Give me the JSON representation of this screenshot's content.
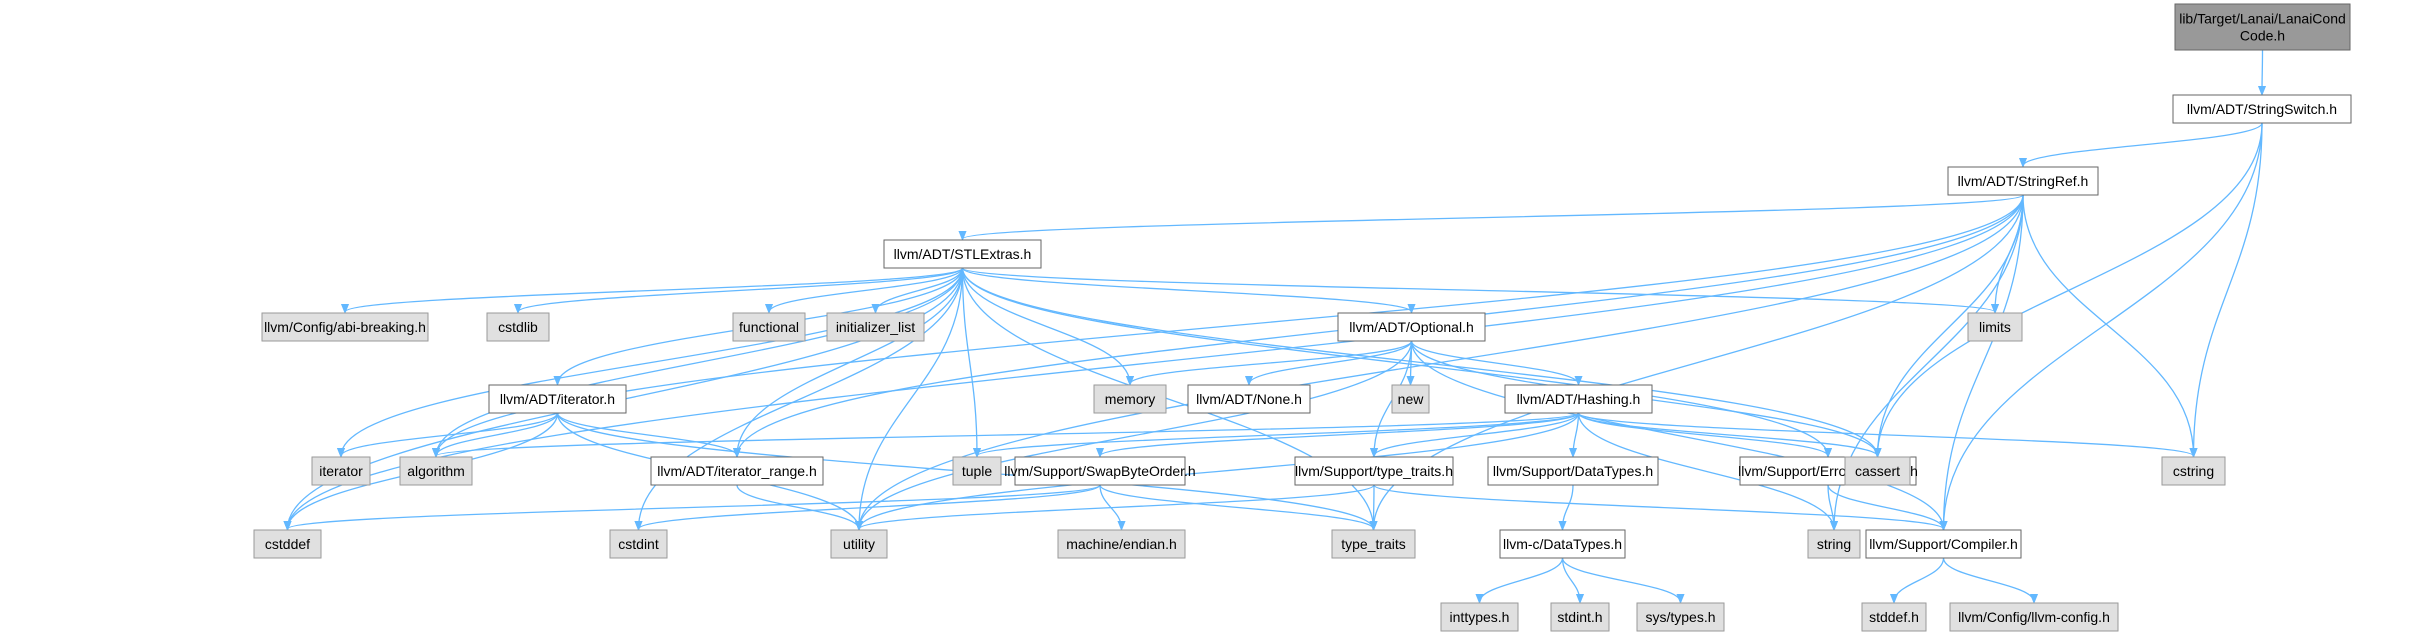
{
  "graph": {
    "colors": {
      "edge": "#63b8ff",
      "root_fill": "#999999",
      "internal_fill": "#ffffff",
      "external_fill": "#e0e0e0",
      "border_dark": "#666666",
      "border_light": "#999999"
    },
    "nodes": {
      "root": {
        "lines": [
          "lib/Target/Lanai/LanaiCond",
          "Code.h"
        ],
        "kind": "root"
      },
      "stringswitch": {
        "lines": [
          "llvm/ADT/StringSwitch.h"
        ],
        "kind": "internal"
      },
      "stringref": {
        "lines": [
          "llvm/ADT/StringRef.h"
        ],
        "kind": "internal"
      },
      "stlextras": {
        "lines": [
          "llvm/ADT/STLExtras.h"
        ],
        "kind": "internal"
      },
      "optional": {
        "lines": [
          "llvm/ADT/Optional.h"
        ],
        "kind": "internal"
      },
      "iterator_h": {
        "lines": [
          "llvm/ADT/iterator.h"
        ],
        "kind": "internal"
      },
      "hashing": {
        "lines": [
          "llvm/ADT/Hashing.h"
        ],
        "kind": "internal"
      },
      "none": {
        "lines": [
          "llvm/ADT/None.h"
        ],
        "kind": "internal"
      },
      "iterator_range": {
        "lines": [
          "llvm/ADT/iterator_range.h"
        ],
        "kind": "internal"
      },
      "swapbyteorder": {
        "lines": [
          "llvm/Support/SwapByteOrder.h"
        ],
        "kind": "internal"
      },
      "type_traits_h": {
        "lines": [
          "llvm/Support/type_traits.h"
        ],
        "kind": "internal"
      },
      "datatypes_support": {
        "lines": [
          "llvm/Support/DataTypes.h"
        ],
        "kind": "internal"
      },
      "errorhandling": {
        "lines": [
          "llvm/Support/ErrorHandling.h"
        ],
        "kind": "internal"
      },
      "compiler": {
        "lines": [
          "llvm/Support/Compiler.h"
        ],
        "kind": "internal"
      },
      "c_datatypes": {
        "lines": [
          "llvm-c/DataTypes.h"
        ],
        "kind": "internal"
      },
      "abi_breaking": {
        "lines": [
          "llvm/Config/abi-breaking.h"
        ],
        "kind": "external"
      },
      "cstdlib": {
        "lines": [
          "cstdlib"
        ],
        "kind": "external"
      },
      "functional": {
        "lines": [
          "functional"
        ],
        "kind": "external"
      },
      "initializer_list": {
        "lines": [
          "initializer_list"
        ],
        "kind": "external"
      },
      "limits": {
        "lines": [
          "limits"
        ],
        "kind": "external"
      },
      "memory": {
        "lines": [
          "memory"
        ],
        "kind": "external"
      },
      "new": {
        "lines": [
          "new"
        ],
        "kind": "external"
      },
      "cassert": {
        "lines": [
          "cassert"
        ],
        "kind": "external"
      },
      "cstring": {
        "lines": [
          "cstring"
        ],
        "kind": "external"
      },
      "iterator": {
        "lines": [
          "iterator"
        ],
        "kind": "external"
      },
      "algorithm": {
        "lines": [
          "algorithm"
        ],
        "kind": "external"
      },
      "tuple": {
        "lines": [
          "tuple"
        ],
        "kind": "external"
      },
      "cstddef": {
        "lines": [
          "cstddef"
        ],
        "kind": "external"
      },
      "cstdint": {
        "lines": [
          "cstdint"
        ],
        "kind": "external"
      },
      "utility": {
        "lines": [
          "utility"
        ],
        "kind": "external"
      },
      "machine_endian": {
        "lines": [
          "machine/endian.h"
        ],
        "kind": "external"
      },
      "type_traits": {
        "lines": [
          "type_traits"
        ],
        "kind": "external"
      },
      "string": {
        "lines": [
          "string"
        ],
        "kind": "external"
      },
      "inttypes": {
        "lines": [
          "inttypes.h"
        ],
        "kind": "external"
      },
      "stdint": {
        "lines": [
          "stdint.h"
        ],
        "kind": "external"
      },
      "sys_types": {
        "lines": [
          "sys/types.h"
        ],
        "kind": "external"
      },
      "stddef": {
        "lines": [
          "stddef.h"
        ],
        "kind": "external"
      },
      "llvm_config": {
        "lines": [
          "llvm/Config/llvm-config.h"
        ],
        "kind": "external"
      }
    },
    "edges": [
      [
        "root",
        "stringswitch"
      ],
      [
        "stringswitch",
        "stringref"
      ],
      [
        "stringswitch",
        "cassert"
      ],
      [
        "stringswitch",
        "cstring"
      ],
      [
        "stringswitch",
        "compiler"
      ],
      [
        "stringref",
        "stlextras"
      ],
      [
        "stringref",
        "iterator_range"
      ],
      [
        "stringref",
        "limits"
      ],
      [
        "stringref",
        "cassert"
      ],
      [
        "stringref",
        "cstring"
      ],
      [
        "stringref",
        "type_traits"
      ],
      [
        "stringref",
        "string"
      ],
      [
        "stringref",
        "compiler"
      ],
      [
        "stringref",
        "cstddef"
      ],
      [
        "stringref",
        "algorithm"
      ],
      [
        "stringref",
        "utility"
      ],
      [
        "stlextras",
        "abi_breaking"
      ],
      [
        "stlextras",
        "cstdlib"
      ],
      [
        "stlextras",
        "functional"
      ],
      [
        "stlextras",
        "initializer_list"
      ],
      [
        "stlextras",
        "limits"
      ],
      [
        "stlextras",
        "memory"
      ],
      [
        "stlextras",
        "optional"
      ],
      [
        "stlextras",
        "iterator_h"
      ],
      [
        "stlextras",
        "iterator_range"
      ],
      [
        "stlextras",
        "errorhandling"
      ],
      [
        "stlextras",
        "cassert"
      ],
      [
        "stlextras",
        "iterator"
      ],
      [
        "stlextras",
        "algorithm"
      ],
      [
        "stlextras",
        "tuple"
      ],
      [
        "stlextras",
        "cstddef"
      ],
      [
        "stlextras",
        "cstdint"
      ],
      [
        "stlextras",
        "utility"
      ],
      [
        "stlextras",
        "type_traits"
      ],
      [
        "optional",
        "memory"
      ],
      [
        "optional",
        "none"
      ],
      [
        "optional",
        "new"
      ],
      [
        "optional",
        "hashing"
      ],
      [
        "optional",
        "type_traits_h"
      ],
      [
        "optional",
        "cassert"
      ],
      [
        "optional",
        "compiler"
      ],
      [
        "optional",
        "utility"
      ],
      [
        "iterator_h",
        "iterator_range"
      ],
      [
        "iterator_h",
        "iterator"
      ],
      [
        "iterator_h",
        "algorithm"
      ],
      [
        "iterator_h",
        "cstddef"
      ],
      [
        "iterator_h",
        "utility"
      ],
      [
        "iterator_h",
        "type_traits"
      ],
      [
        "hashing",
        "swapbyteorder"
      ],
      [
        "hashing",
        "type_traits_h"
      ],
      [
        "hashing",
        "datatypes_support"
      ],
      [
        "hashing",
        "errorhandling"
      ],
      [
        "hashing",
        "cassert"
      ],
      [
        "hashing",
        "cstring"
      ],
      [
        "hashing",
        "algorithm"
      ],
      [
        "hashing",
        "tuple"
      ],
      [
        "hashing",
        "utility"
      ],
      [
        "hashing",
        "string"
      ],
      [
        "iterator_range",
        "utility"
      ],
      [
        "swapbyteorder",
        "cstddef"
      ],
      [
        "swapbyteorder",
        "cstdint"
      ],
      [
        "swapbyteorder",
        "machine_endian"
      ],
      [
        "swapbyteorder",
        "type_traits"
      ],
      [
        "type_traits_h",
        "utility"
      ],
      [
        "type_traits_h",
        "type_traits"
      ],
      [
        "type_traits_h",
        "compiler"
      ],
      [
        "datatypes_support",
        "c_datatypes"
      ],
      [
        "errorhandling",
        "string"
      ],
      [
        "errorhandling",
        "compiler"
      ],
      [
        "c_datatypes",
        "inttypes"
      ],
      [
        "c_datatypes",
        "stdint"
      ],
      [
        "c_datatypes",
        "sys_types"
      ],
      [
        "compiler",
        "stddef"
      ],
      [
        "compiler",
        "llvm_config"
      ]
    ]
  }
}
